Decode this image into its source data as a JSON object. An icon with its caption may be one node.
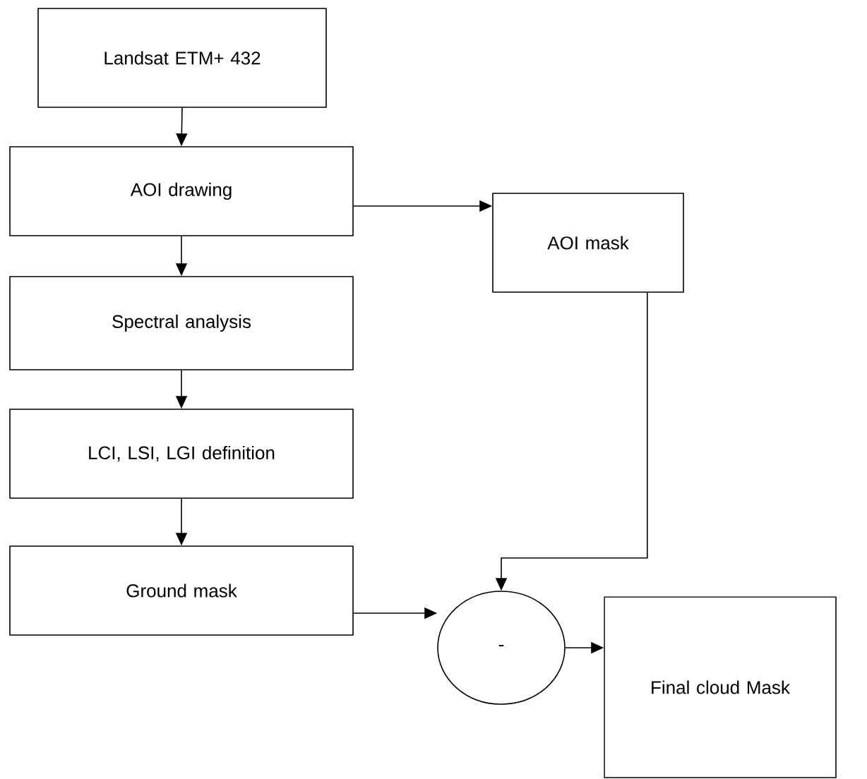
{
  "diagram": {
    "nodes": [
      {
        "text": [
          "Landsat ETM+ 432"
        ]
      },
      {
        "text": [
          "AOI drawing"
        ]
      },
      {
        "text": [
          "AOI mask"
        ]
      },
      {
        "text": [
          "Spectral analysis"
        ]
      },
      {
        "text": [
          "LCI, LSI, LGI definition"
        ]
      },
      {
        "text": [
          "Ground mask"
        ]
      },
      {
        "text": [
          "-"
        ]
      },
      {
        "text": [
          "Final cloud Mask"
        ]
      }
    ],
    "edges": [
      {
        "from": 0,
        "to": 1,
        "arrow": "to"
      },
      {
        "from": 1,
        "to": 3,
        "arrow": "to"
      },
      {
        "from": 3,
        "to": 4,
        "arrow": "to"
      },
      {
        "from": 4,
        "to": 5,
        "arrow": "to"
      },
      {
        "from": 1,
        "to": 2,
        "arrow": "to"
      },
      {
        "from": 2,
        "to": 6,
        "arrow": "to"
      },
      {
        "from": 5,
        "to": 6,
        "arrow": "to"
      },
      {
        "from": 6,
        "to": 7,
        "arrow": "to"
      }
    ]
  }
}
